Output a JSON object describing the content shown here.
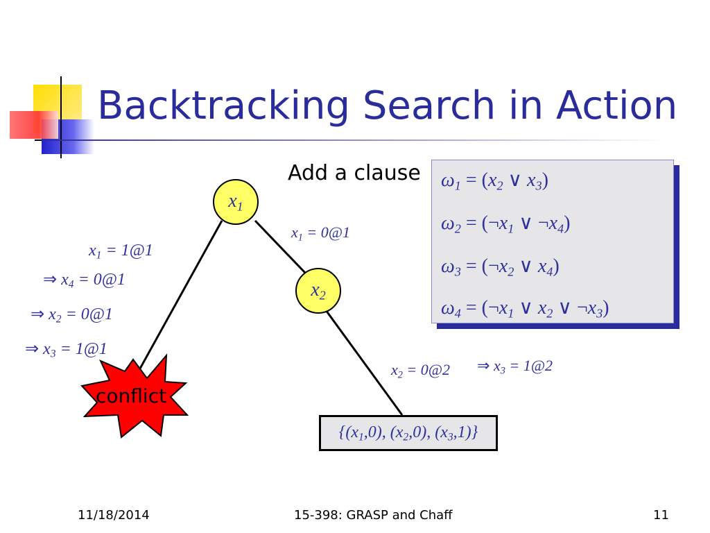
{
  "slide": {
    "title": "Backtracking Search in Action",
    "add_clause_label": "Add a clause",
    "clauses": [
      {
        "omega": "ω",
        "idx": "1",
        "parts": [
          " = (",
          "x",
          "2",
          " ∨ ",
          "x",
          "3",
          ")"
        ]
      },
      {
        "omega": "ω",
        "idx": "2",
        "parts": [
          " = (¬",
          "x",
          "1",
          " ∨ ¬",
          "x",
          "4",
          ")"
        ]
      },
      {
        "omega": "ω",
        "idx": "3",
        "parts": [
          " = (¬",
          "x",
          "2",
          " ∨ ",
          "x",
          "4",
          ")"
        ]
      },
      {
        "omega": "ω",
        "idx": "4",
        "parts": [
          " = (¬",
          "x",
          "1",
          " ∨ ",
          "x",
          "2",
          " ∨ ¬",
          "x",
          "3",
          ")"
        ]
      }
    ],
    "nodes": {
      "x1_var": "x",
      "x1_idx": "1",
      "x2_var": "x",
      "x2_idx": "2"
    },
    "left_assignments": [
      {
        "prefix": "",
        "var": "x",
        "idx": "1",
        "val": " = 1@1"
      },
      {
        "prefix": "⇒ ",
        "var": "x",
        "idx": "4",
        "val": " = 0@1"
      },
      {
        "prefix": "⇒ ",
        "var": "x",
        "idx": "2",
        "val": " = 0@1"
      },
      {
        "prefix": "⇒ ",
        "var": "x",
        "idx": "3",
        "val": " = 1@1"
      }
    ],
    "edge_x1_right": {
      "var": "x",
      "idx": "1",
      "val": " = 0@1"
    },
    "edge_x2_right": {
      "var": "x",
      "idx": "2",
      "val": " = 0@2"
    },
    "implied_x3": {
      "prefix": "⇒ ",
      "var": "x",
      "idx": "3",
      "val": " = 1@2"
    },
    "conflict_label": "conflict",
    "result": {
      "open": "{(",
      "v1": "x",
      "i1": "1",
      "s1": ",0), (",
      "v2": "x",
      "i2": "2",
      "s2": ",0), (",
      "v3": "x",
      "i3": "3",
      "s3": ",1)}"
    }
  },
  "footer": {
    "date": "11/18/2014",
    "course": "15-398: GRASP and Chaff",
    "page": "11"
  },
  "colors": {
    "title": "#2b2c9c",
    "math": "#2e309e",
    "node_fill": "#ffff66",
    "conflict_fill": "#ff0000",
    "box_fill": "#e6e6e9",
    "logo_yellow": "#ffcc00",
    "logo_red": "#ff3333",
    "logo_blue": "#3333cc"
  }
}
